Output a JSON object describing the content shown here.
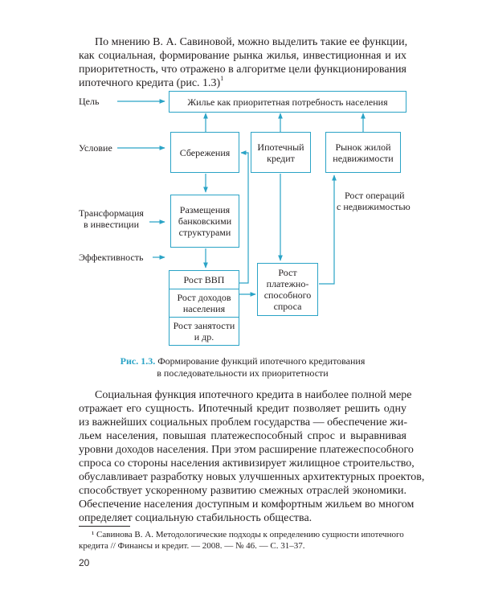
{
  "intro": {
    "lines": [
      "По мнению В. А. Савиновой, можно выделить такие ее функции,",
      "как социальная, формирование рынка жилья, инвестиционная и их",
      "приоритетность, что отражено в алгоритме цели функционирования"
    ],
    "last_line": "ипотечного кредита (рис. 1.3)",
    "footnote_mark": "1"
  },
  "diagram": {
    "left_labels": {
      "goal": "Цель",
      "condition": "Условие",
      "transformation_1": "Трансформация",
      "transformation_2": "в инвестиции",
      "efficiency": "Эффективность"
    },
    "boxes": {
      "top": "Жилье как приоритетная потребность населения",
      "savings": "Сбережения",
      "mortgage_1": "Ипотечный",
      "mortgage_2": "кредит",
      "market_1": "Рынок жилой",
      "market_2": "недвижимости",
      "placement_1": "Размещения",
      "placement_2": "банковскими",
      "placement_3": "структурами",
      "gdp": "Рост ВВП",
      "income_1": "Рост доходов",
      "income_2": "населения",
      "employment_1": "Рост занятости",
      "employment_2": "и др.",
      "solvent_1": "Рост",
      "solvent_2": "платежно-",
      "solvent_3": "способного",
      "solvent_4": "спроса"
    },
    "side_note_1": "Рост операций",
    "side_note_2": "с недвижимостью",
    "accent_color": "#2aa3c6"
  },
  "caption": {
    "label": "Рис. 1.3.",
    "line1": "Формирование функций ипотечного кредитования",
    "line2": "в последовательности их приоритетности"
  },
  "body": {
    "lines": [
      "Социальная функция ипотечного кредита в наиболее полной мере",
      "отражает его сущность. Ипотечный кредит позволяет решить одну",
      "из важнейших социальных проблем государства — обеспечение жи-",
      "льем населения, повышая платежеспособный спрос и выравнивая",
      "уровни доходов населения. При этом расширение платежеспособного",
      "спроса со стороны населения активизирует жилищное строительство,",
      "обуславливает разработку новых улучшенных архитектурных проектов,",
      "способствует ускоренному развитию смежных отраслей экономики.",
      "Обеспечение населения доступным и комфортным жильем во многом"
    ],
    "last_line": "определяет социальную стабильность общества."
  },
  "footnote": {
    "line1": "¹ Савинова В. А. Методологические подходы к определению сущности ипотечного",
    "line2": "кредита // Финансы и кредит. — 2008. — № 46. — С. 31–37."
  },
  "page_number": "20"
}
